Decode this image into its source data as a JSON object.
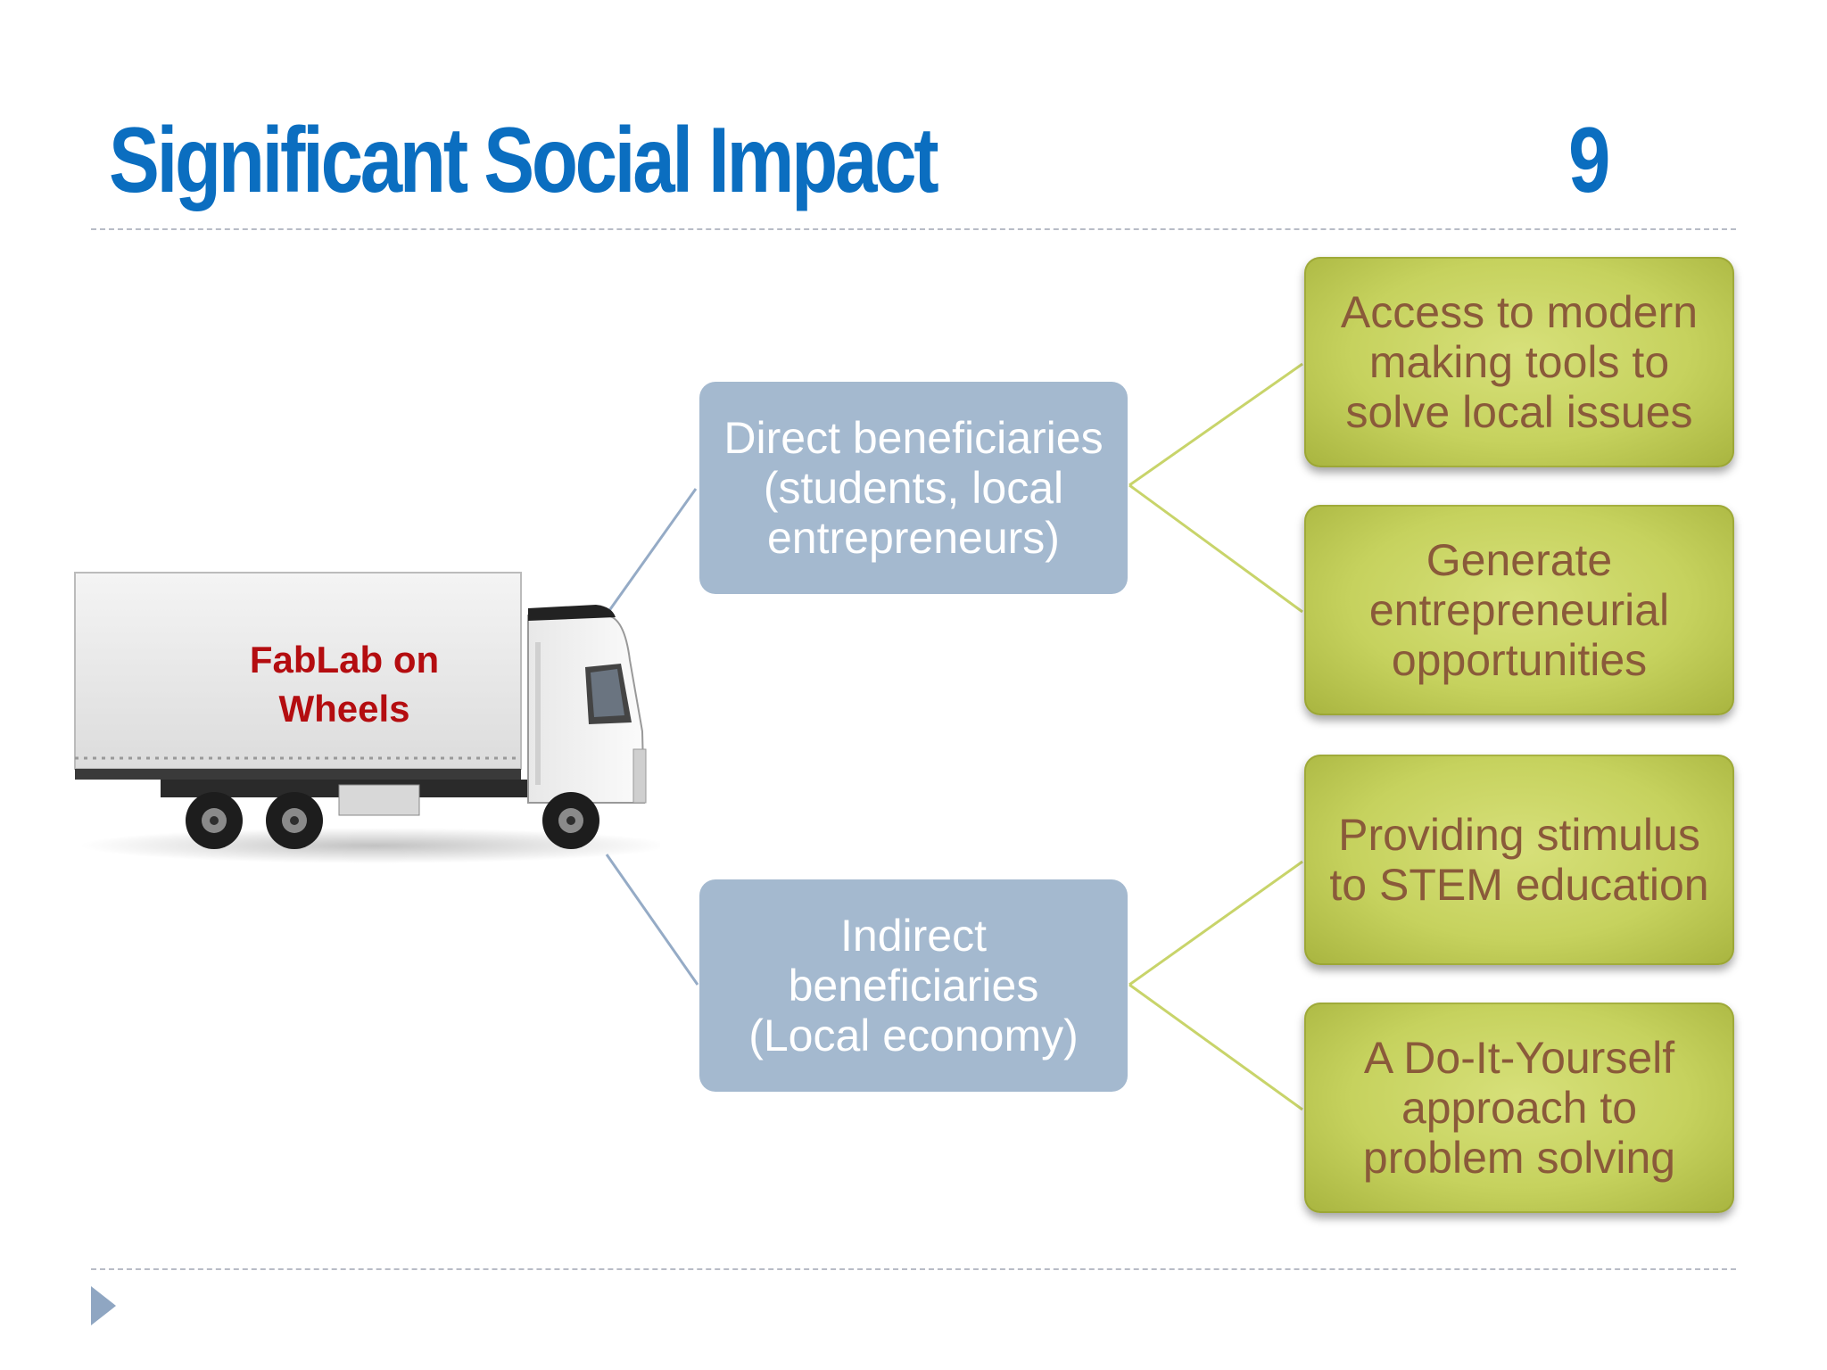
{
  "slide": {
    "title": "Significant Social Impact",
    "page_number": "9"
  },
  "truck": {
    "label": "FabLab on\nWheels"
  },
  "beneficiaries": {
    "direct": "Direct beneficiaries\n(students, local\nentrepreneurs)",
    "indirect": "Indirect\nbeneficiaries\n(Local economy)"
  },
  "impacts": [
    "Access to modern\nmaking tools to\nsolve local issues",
    "Generate\nentrepreneurial\nopportunities",
    "Providing stimulus\nto STEM education",
    "A Do-It-Yourself\napproach to\nproblem solving"
  ],
  "colors": {
    "title": "#0b6ec0",
    "mid_box": "#a4b9cf",
    "leaf_box": "#c6d25e",
    "leaf_text": "#8a5a3a",
    "truck_label": "#b40d10",
    "connector_blue": "#95abc6",
    "connector_green": "#c8d46a"
  }
}
